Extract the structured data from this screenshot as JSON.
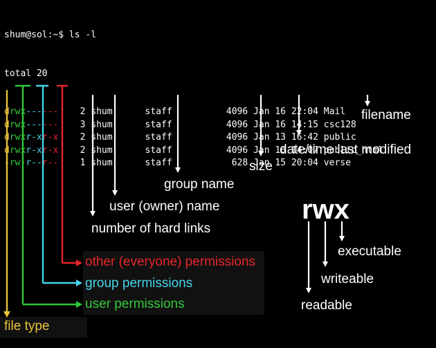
{
  "terminal": {
    "prompt": "shum@sol:~$ ls -l",
    "total": "total 20",
    "rows": [
      {
        "type": "d",
        "user": "rwx",
        "group": "---",
        "other": "---",
        "links": "2",
        "owner": "shum",
        "group_name": "staff",
        "size": "4096",
        "month": "Jan",
        "day": "16",
        "time": "22:04",
        "name": "Mail"
      },
      {
        "type": "d",
        "user": "rwx",
        "group": "---",
        "other": "---",
        "links": "3",
        "owner": "shum",
        "group_name": "staff",
        "size": "4096",
        "month": "Jan",
        "day": "16",
        "time": "14:15",
        "name": "csc128"
      },
      {
        "type": "d",
        "user": "rwx",
        "group": "r-x",
        "other": "r-x",
        "links": "2",
        "owner": "shum",
        "group_name": "staff",
        "size": "4096",
        "month": "Jan",
        "day": "13",
        "time": "16:42",
        "name": "public"
      },
      {
        "type": "d",
        "user": "rwx",
        "group": "r-x",
        "other": "r-x",
        "links": "2",
        "owner": "shum",
        "group_name": "staff",
        "size": "4096",
        "month": "Jan",
        "day": "16",
        "time": "14:07",
        "name": "public_html"
      },
      {
        "type": "-",
        "user": "rw-",
        "group": "r--",
        "other": "r--",
        "links": "1",
        "owner": "shum",
        "group_name": "staff",
        "size": "628",
        "month": "Jan",
        "day": "15",
        "time": "20:04",
        "name": "verse"
      }
    ]
  },
  "labels": {
    "filename": "filename",
    "date_time": "date/time last modified",
    "size": "size",
    "group_name": "group name",
    "owner_name": "user (owner) name",
    "hard_links": "number of hard links",
    "other_perms": "other (everyone) permissions",
    "group_perms": "group permissions",
    "user_perms": "user permissions",
    "file_type": "file type"
  },
  "rwx": {
    "letters": "rwx",
    "executable": "executable",
    "writeable": "writeable",
    "readable": "readable"
  },
  "colors": {
    "file_type": "#e8c23a",
    "user": "#34c83a",
    "group": "#45d5ea",
    "other": "#e8252a",
    "text": "#ffffff"
  }
}
